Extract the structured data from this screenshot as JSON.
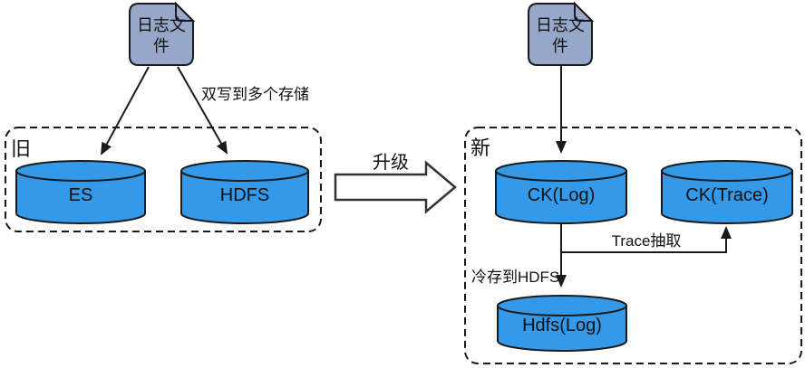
{
  "colors": {
    "cylinder_fill": "#3399E8",
    "document_fill": "#97A7C9",
    "accent_red": "#E03B44",
    "line_color": "#1a1a1a"
  },
  "old_section": {
    "badge": "旧",
    "document": {
      "line1": "日志文",
      "line2": "件"
    },
    "flow_label": "双写到多个存储",
    "cylinders": [
      {
        "label": "ES"
      },
      {
        "label": "HDFS"
      }
    ]
  },
  "transition": {
    "label": "升级"
  },
  "new_section": {
    "badge": "新",
    "document": {
      "line1": "日志文",
      "line2": "件"
    },
    "cylinders": [
      {
        "label": "CK(Log)"
      },
      {
        "label": "CK(Trace)"
      },
      {
        "label": "Hdfs(Log)"
      }
    ],
    "flow_labels": {
      "trace_extract": "Trace抽取",
      "cold_store": "冷存到HDFS"
    }
  }
}
